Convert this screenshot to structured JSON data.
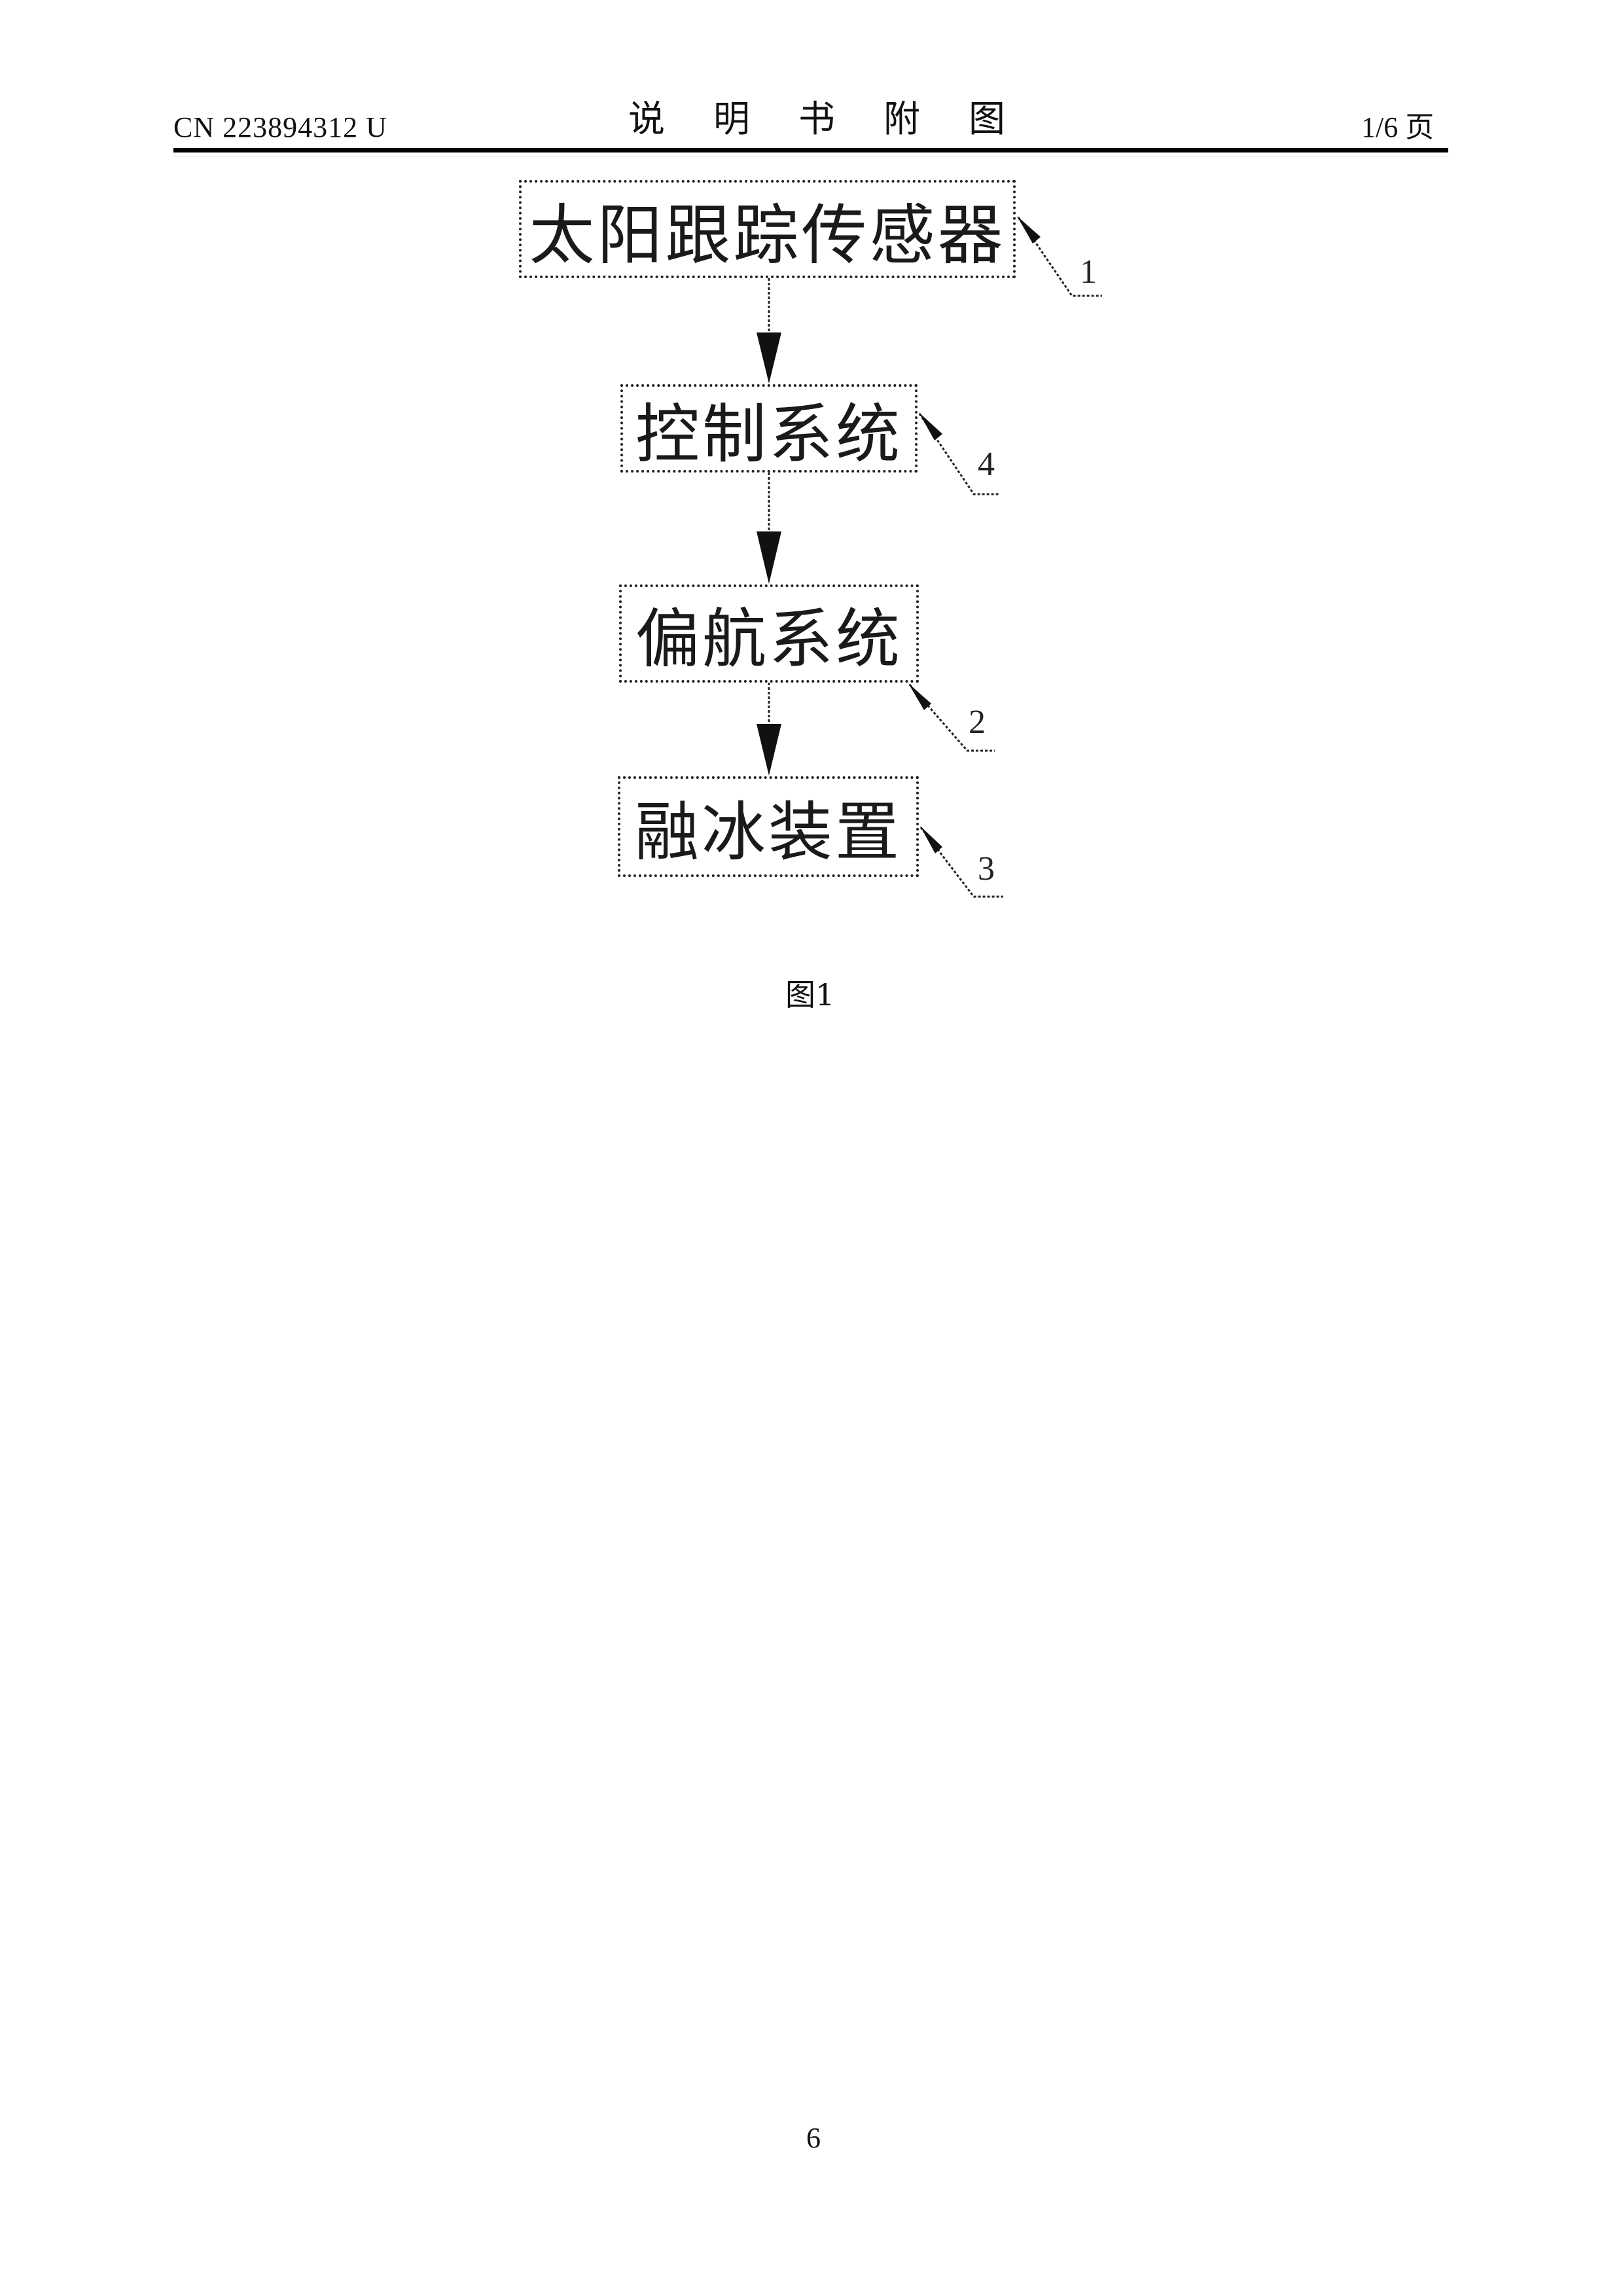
{
  "header": {
    "patent_number": "CN 223894312 U",
    "title_chars": [
      "说",
      "明",
      "书",
      "附",
      "图"
    ],
    "page_indicator": "1/6 页"
  },
  "figure": {
    "boxes": [
      {
        "id": "1",
        "label": "太阳跟踪传感器",
        "ref": "1"
      },
      {
        "id": "2",
        "label": "控制系统",
        "ref": "4"
      },
      {
        "id": "3",
        "label": "偏航系统",
        "ref": "2"
      },
      {
        "id": "4",
        "label": "融冰装置",
        "ref": "3"
      }
    ],
    "caption": "图1"
  },
  "footer": {
    "page_number": "6"
  }
}
